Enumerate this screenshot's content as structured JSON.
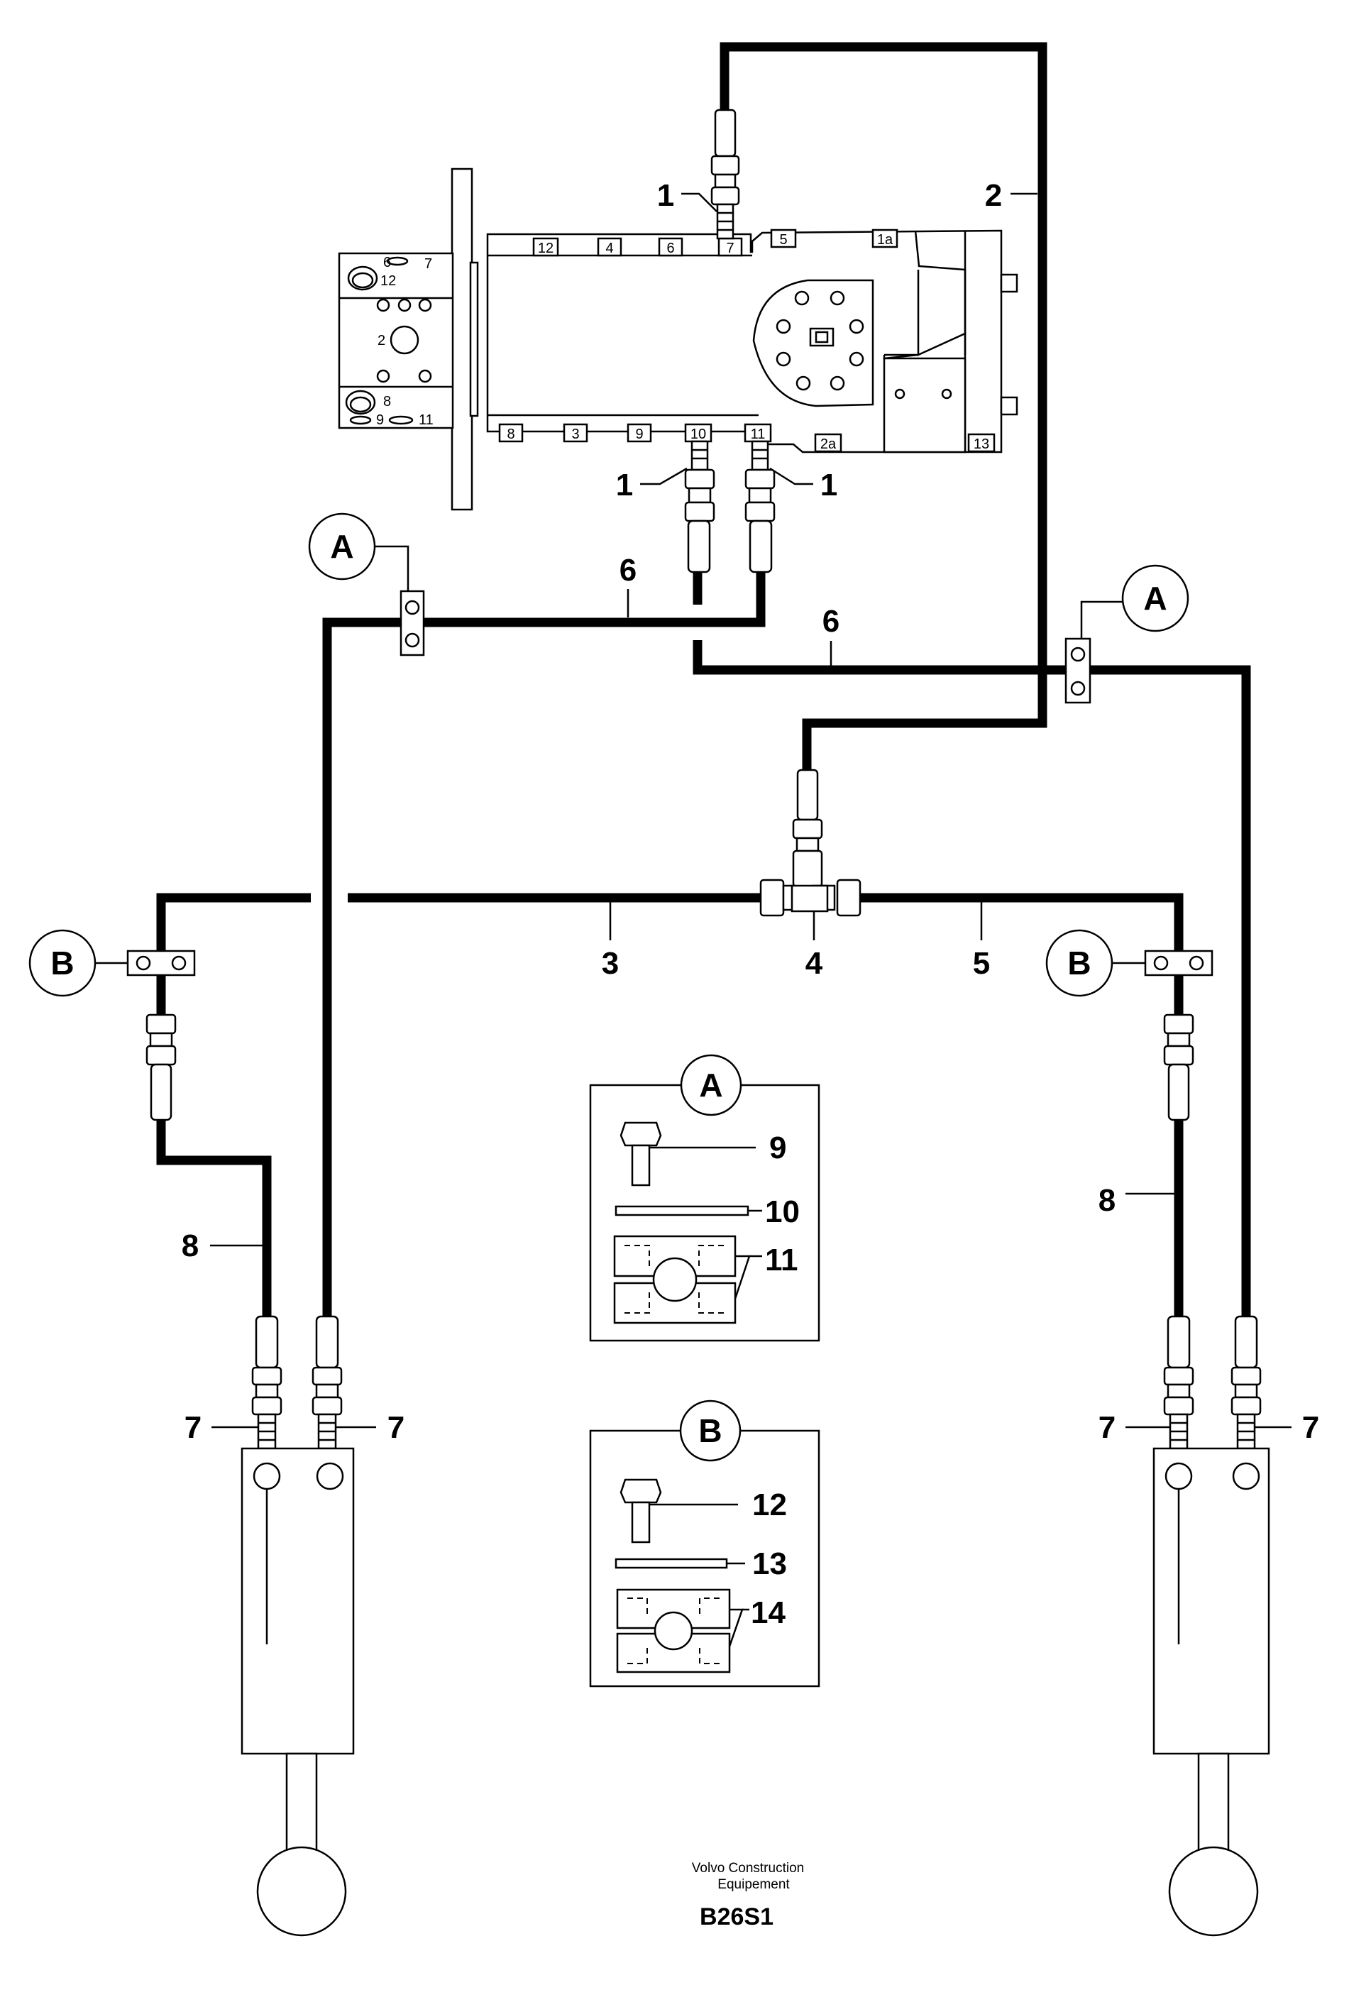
{
  "callouts": {
    "top_fitting": "1",
    "left_fitting": "1",
    "right_fitting": "1",
    "hose_2": "2",
    "hose_6_left": "6",
    "hose_6_right": "6",
    "hose_3": "3",
    "tee_4": "4",
    "hose_5": "5",
    "hose_8_left": "8",
    "hose_8_right": "8",
    "cyl_left_a": "7",
    "cyl_left_b": "7",
    "cyl_right_a": "7",
    "cyl_right_b": "7"
  },
  "clamp_markers": {
    "a_left": "A",
    "a_right": "A",
    "b_left": "B",
    "b_right": "B"
  },
  "detail_a": {
    "letter": "A",
    "bolt": "9",
    "washer": "10",
    "clamp": "11"
  },
  "detail_b": {
    "letter": "B",
    "bolt": "12",
    "washer": "13",
    "clamp": "14"
  },
  "valve_ports": {
    "p12": "12",
    "p4": "4",
    "p6": "6",
    "p7": "7",
    "p5": "5",
    "p1a": "1a",
    "p8": "8",
    "p3": "3",
    "p9": "9",
    "p10": "10",
    "p11": "11",
    "p2a": "2a",
    "p13": "13",
    "s6": "6",
    "s7": "7",
    "s12": "12",
    "s2": "2",
    "s8": "8",
    "s9": "9",
    "s11": "11"
  },
  "footer": {
    "company_line1": "Volvo Construction",
    "company_line2": "Equipement",
    "code": "B26S1"
  }
}
